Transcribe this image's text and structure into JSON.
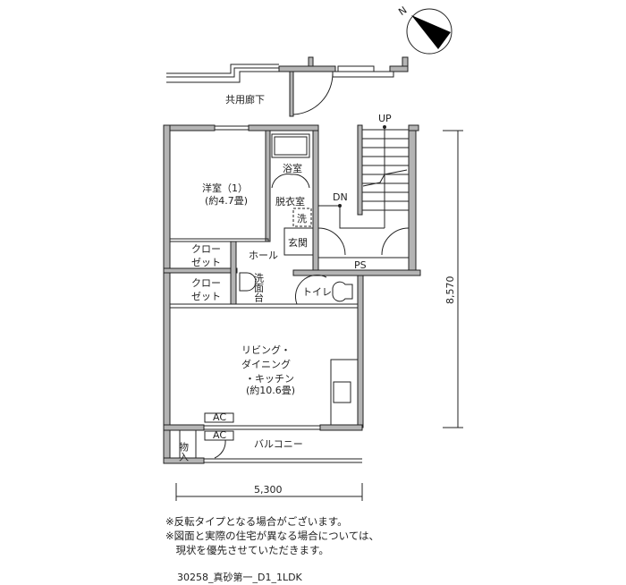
{
  "compass": {
    "label": "N",
    "icon": "north-arrow-icon"
  },
  "rooms": {
    "corridor": "共用廊下",
    "bedroom_name": "洋室（1）",
    "bedroom_size": "(約4.7畳)",
    "bath": "浴室",
    "dressing": "脱衣室",
    "washer": "洗",
    "entrance": "玄関",
    "hall": "ホール",
    "washstand": "洗面台",
    "closet1_line1": "クロー",
    "closet1_line2": "ゼット",
    "closet2_line1": "クロー",
    "closet2_line2": "ゼット",
    "toilet": "トイレ",
    "ldk_line1": "リビング・",
    "ldk_line2": "ダイニング",
    "ldk_line3": "・キッチン",
    "ldk_size": "(約10.6畳)",
    "ac1": "AC",
    "ac2": "AC",
    "storage": "物入",
    "balcony": "バルコニー",
    "ps": "PS",
    "stairs_up": "UP",
    "stairs_down": "DN"
  },
  "dimensions": {
    "height": "8,570",
    "width": "5,300"
  },
  "notes": [
    "※反転タイプとなる場合がございます。",
    "※図面と実際の住宅が異なる場合については、",
    "　現状を優先させていただきます。"
  ],
  "plan_code": "30258_真砂第一_D1_1LDK"
}
